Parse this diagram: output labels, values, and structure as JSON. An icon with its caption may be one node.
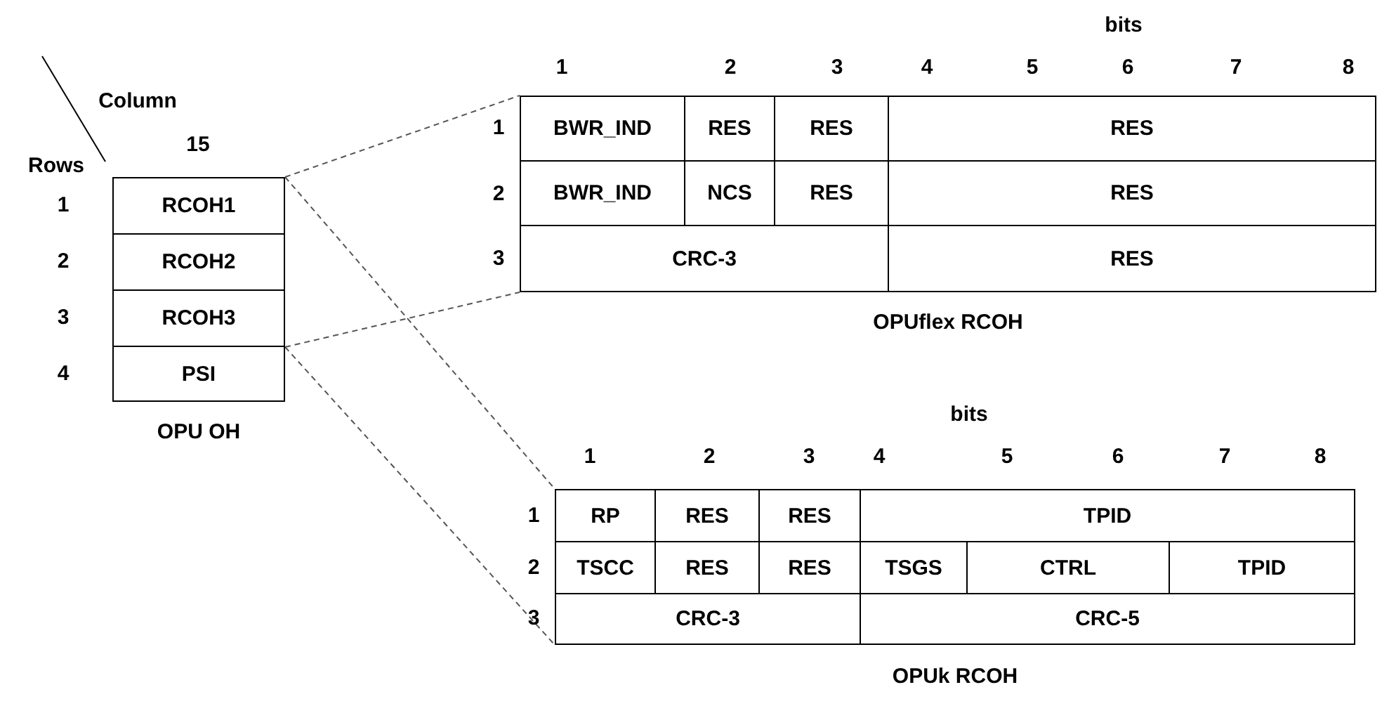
{
  "diagram": {
    "nodes": [
      {
        "text": [
          "OPU OH"
        ]
      },
      {
        "text": [
          "RCOH1"
        ],
        "in": 0
      },
      {
        "text": [
          "RCOH2"
        ],
        "in": 0
      },
      {
        "text": [
          "RCOH3"
        ],
        "in": 0
      },
      {
        "text": [
          "PSI"
        ],
        "in": 0
      },
      {
        "text": [
          "OPUflex RCOH"
        ]
      },
      {
        "text": [
          "BWR_IND"
        ],
        "in": 5
      },
      {
        "text": [
          "RES"
        ],
        "in": 5
      },
      {
        "text": [
          "RES"
        ],
        "in": 5
      },
      {
        "text": [
          "RES"
        ],
        "in": 5
      },
      {
        "text": [
          "BWR_IND"
        ],
        "in": 5
      },
      {
        "text": [
          "NCS"
        ],
        "in": 5
      },
      {
        "text": [
          "RES"
        ],
        "in": 5
      },
      {
        "text": [
          "RES"
        ],
        "in": 5
      },
      {
        "text": [
          "CRC-3"
        ],
        "in": 5
      },
      {
        "text": [
          "RES"
        ],
        "in": 5
      },
      {
        "text": [
          "OPUk RCOH"
        ]
      },
      {
        "text": [
          "RP"
        ],
        "in": 16
      },
      {
        "text": [
          "RES"
        ],
        "in": 16
      },
      {
        "text": [
          "RES"
        ],
        "in": 16
      },
      {
        "text": [
          "TPID"
        ],
        "in": 16
      },
      {
        "text": [
          "TSCC"
        ],
        "in": 16
      },
      {
        "text": [
          "RES"
        ],
        "in": 16
      },
      {
        "text": [
          "RES"
        ],
        "in": 16
      },
      {
        "text": [
          "TSGS"
        ],
        "in": 16
      },
      {
        "text": [
          "CTRL"
        ],
        "in": 16
      },
      {
        "text": [
          "TPID"
        ],
        "in": 16
      },
      {
        "text": [
          "CRC-3"
        ],
        "in": 16
      },
      {
        "text": [
          "CRC-5"
        ],
        "in": 16
      }
    ],
    "edges": [
      {
        "from": 1,
        "to": 5,
        "arrow": "none",
        "style": "dashed"
      },
      {
        "from": 3,
        "to": 5,
        "arrow": "none",
        "style": "dashed"
      },
      {
        "from": 1,
        "to": 16,
        "arrow": "none",
        "style": "dashed"
      },
      {
        "from": 3,
        "to": 16,
        "arrow": "none",
        "style": "dashed"
      }
    ],
    "labels": [
      "Column",
      "15",
      "Rows",
      "1",
      "2",
      "3",
      "4",
      "bits",
      "1",
      "2",
      "3",
      "4",
      "5",
      "6",
      "7",
      "8",
      "1",
      "2",
      "3",
      "bits",
      "1",
      "2",
      "3",
      "4",
      "5",
      "6",
      "7",
      "8",
      "1",
      "2",
      "3"
    ]
  }
}
